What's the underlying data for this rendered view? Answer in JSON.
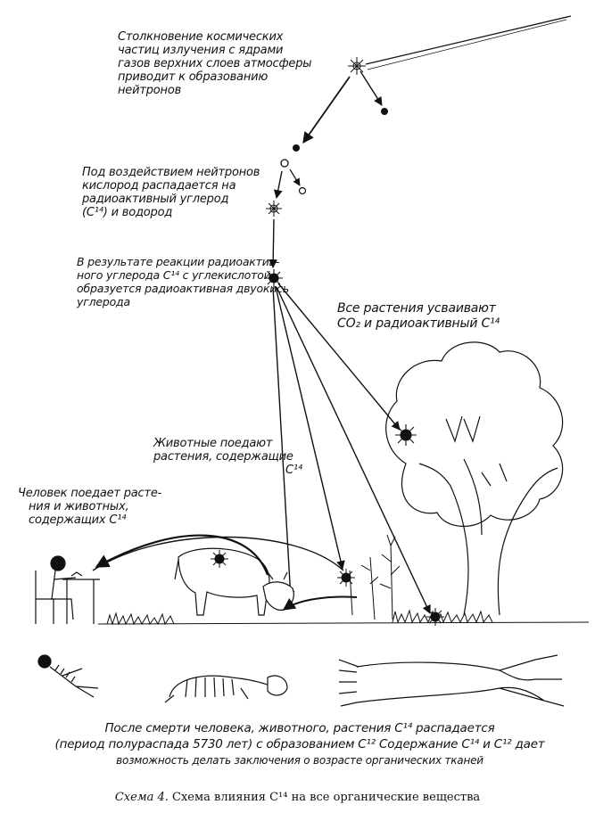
{
  "labels": {
    "cosmic": [
      "Столкновение космических",
      "частиц излучения с ядрами",
      "газов верхних слоев атмосферы",
      "приводит к образованию",
      "нейтронов"
    ],
    "oxygen": [
      "Под воздействием нейтронов",
      "кислород распадается на",
      "радиоактивный углерод",
      "(С¹⁴) и водород"
    ],
    "co2": [
      "В результате реакции радиоактив-",
      "ного углерода С¹⁴ с углекислотой",
      "образуется радиоактивная двуокись",
      "углерода"
    ],
    "plants": [
      "Все растения усваивают",
      "CO₂ и радиоактивный С¹⁴"
    ],
    "animals": [
      "Животные поедают",
      "растения, содержащие",
      "С¹⁴"
    ],
    "human": [
      "Человек поедает расте-",
      "ния и животных,",
      "содержащих С¹⁴"
    ],
    "death": [
      "После смерти человека, животного, растения С¹⁴ распадается",
      "(период полураспада 5730 лет) с образованием С¹² Содержание С¹⁴ и С¹² дает",
      "возможность делать заключения о возрасте органических тканей"
    ]
  },
  "caption": {
    "number": "Схема 4.",
    "text": "Схема влияния С¹⁴ на все органические вещества"
  }
}
